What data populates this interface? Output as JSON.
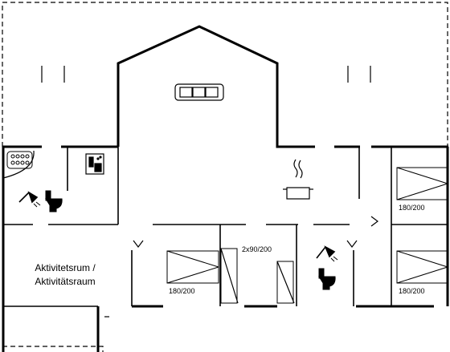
{
  "rooms": {
    "activity_room": {
      "line1": "Aktivitetsrum /",
      "line2": "Aktivitätsraum"
    }
  },
  "beds": {
    "left_bedroom": "180/200",
    "middle_bedroom": "2x90/200",
    "right_top_bedroom": "180/200",
    "right_bottom_bedroom": "180/200"
  },
  "icons": [
    "sofa-icon",
    "cooking-pot-icon",
    "whirlpool-icon",
    "sauna-icon",
    "shower-icon",
    "toilet-icon"
  ],
  "colors": {
    "wall": "#000000",
    "background": "#ffffff"
  }
}
